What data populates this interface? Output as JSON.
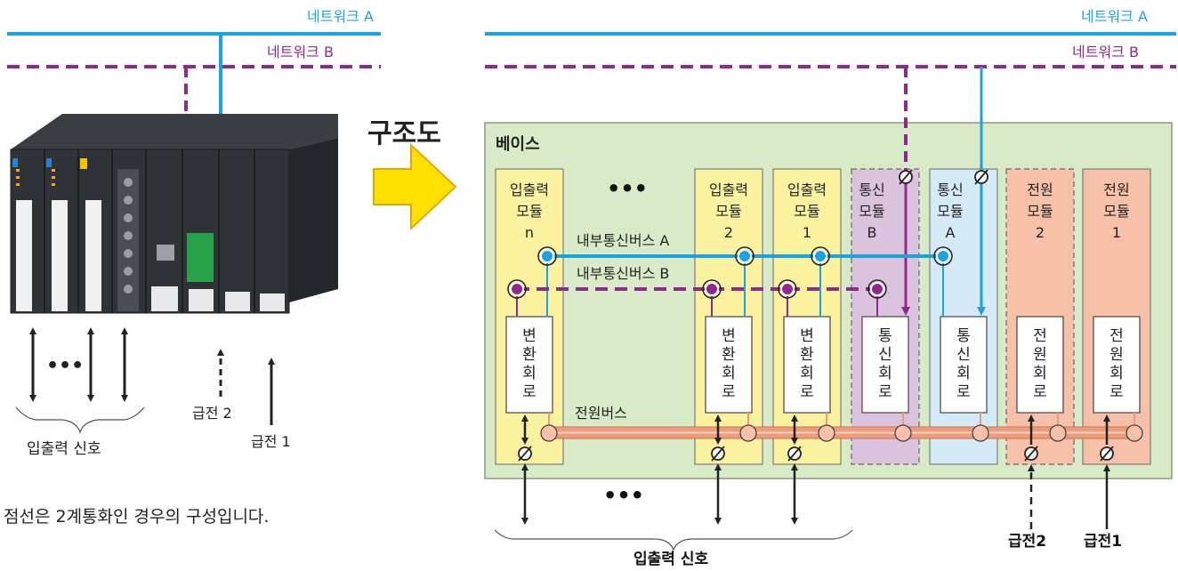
{
  "left": {
    "network_a": "네트워크 A",
    "network_b": "네트워크 B",
    "io_signal": "입출력 신호",
    "power2": "급전 2",
    "power1": "급전 1",
    "ellipsis": "•••",
    "note": "점선은 2계통화인 경우의 구성입니다."
  },
  "arrow_label": "구조도",
  "right": {
    "network_a": "네트워크 A",
    "network_b": "네트워크 B",
    "base_label": "베이스",
    "ellipsis": "•••",
    "bus_a": "내부통신버스 A",
    "bus_b": "내부통신버스 B",
    "power_bus": "전원버스",
    "io_signal": "입출력 신호",
    "power2": "급전2",
    "power1": "급전1",
    "modules": [
      {
        "l1": "입출력",
        "l2": "모듈",
        "l3": "n",
        "circuit": "변환회로"
      },
      {
        "l1": "입출력",
        "l2": "모듈",
        "l3": "2",
        "circuit": "변환회로"
      },
      {
        "l1": "입출력",
        "l2": "모듈",
        "l3": "1",
        "circuit": "변환회로"
      },
      {
        "l1": "통신",
        "l2": "모듈",
        "l3": "B",
        "circuit": "통신회로"
      },
      {
        "l1": "통신",
        "l2": "모듈",
        "l3": "A",
        "circuit": "통신회로"
      },
      {
        "l1": "전원",
        "l2": "모듈",
        "l3": "2",
        "circuit": "전원회로"
      },
      {
        "l1": "전원",
        "l2": "모듈",
        "l3": "1",
        "circuit": "전원회로"
      }
    ]
  },
  "colors": {
    "network_a": "#1aa3e0",
    "network_b": "#8e2b8a",
    "base_bg": "#d9eac8",
    "io_module": "#fbf2a0",
    "comm_b": "#dcc3dd",
    "comm_a": "#d5eaf7",
    "power_module": "#f6c1a8",
    "power_bus": "#ef9a78",
    "arrow_fill": "#ffe000"
  }
}
